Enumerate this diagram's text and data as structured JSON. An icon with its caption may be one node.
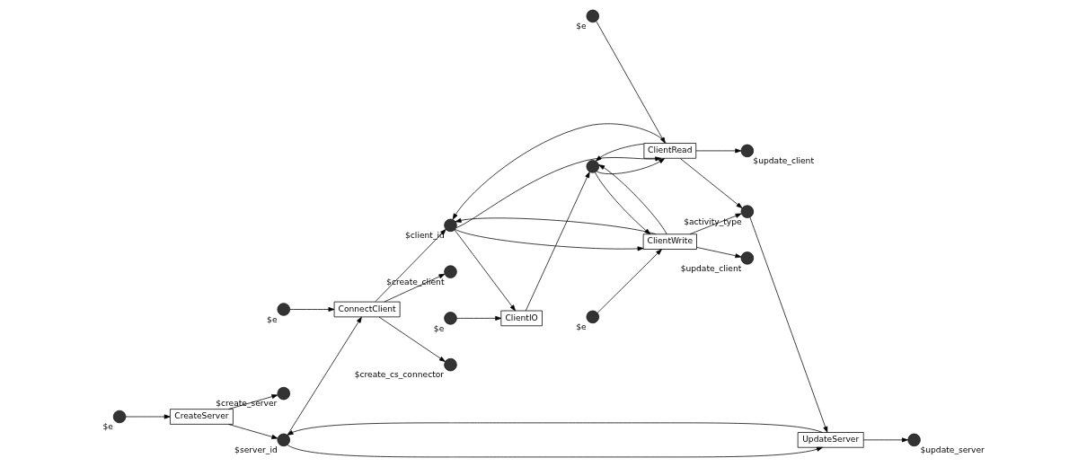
{
  "diagram": {
    "nodes": [
      {
        "text": [],
        "shape": "circle",
        "beside": [
          "$e"
        ]
      },
      {
        "text": [
          "CreateServer"
        ]
      },
      {
        "text": [],
        "shape": "circle",
        "beside": [
          "$server_id"
        ]
      },
      {
        "text": [],
        "shape": "circle",
        "beside": [
          "$create_server"
        ]
      },
      {
        "text": [],
        "shape": "circle",
        "beside": [
          "$e"
        ]
      },
      {
        "text": [
          "ConnectClient"
        ]
      },
      {
        "text": [],
        "shape": "circle",
        "beside": [
          "$client_id"
        ]
      },
      {
        "text": [],
        "shape": "circle",
        "beside": [
          "$create_client"
        ]
      },
      {
        "text": [],
        "shape": "circle",
        "beside": [
          "$create_cs_connector"
        ]
      },
      {
        "text": [],
        "shape": "circle",
        "beside": [
          "$e"
        ]
      },
      {
        "text": [
          "ClientIO"
        ]
      },
      {
        "text": [],
        "shape": "circle"
      },
      {
        "text": [],
        "shape": "circle",
        "beside": [
          "$e"
        ]
      },
      {
        "text": [
          "ClientRead"
        ]
      },
      {
        "text": [],
        "shape": "circle",
        "beside": [
          "$e"
        ]
      },
      {
        "text": [
          "ClientWrite"
        ]
      },
      {
        "text": [],
        "shape": "circle",
        "beside": [
          "$update_client"
        ]
      },
      {
        "text": [],
        "shape": "circle",
        "beside": [
          "$activity_type"
        ]
      },
      {
        "text": [],
        "shape": "circle",
        "beside": [
          "$update_client"
        ]
      },
      {
        "text": [
          "UpdateServer"
        ]
      },
      {
        "text": [],
        "shape": "circle",
        "beside": [
          "$update_server"
        ]
      }
    ],
    "edges": [
      {
        "from": 0,
        "to": 1,
        "arrow": "to"
      },
      {
        "from": 1,
        "to": 2,
        "arrow": "to"
      },
      {
        "from": 1,
        "to": 3,
        "arrow": "to"
      },
      {
        "from": 4,
        "to": 5,
        "arrow": "to"
      },
      {
        "from": 2,
        "to": 5,
        "arrow": "to"
      },
      {
        "from": 5,
        "to": 6,
        "arrow": "to"
      },
      {
        "from": 5,
        "to": 7,
        "arrow": "to"
      },
      {
        "from": 5,
        "to": 8,
        "arrow": "to"
      },
      {
        "from": 19,
        "to": 2,
        "arrow": "to"
      },
      {
        "from": 9,
        "to": 10,
        "arrow": "to"
      },
      {
        "from": 6,
        "to": 10,
        "arrow": "to"
      },
      {
        "from": 10,
        "to": 11,
        "arrow": "to"
      },
      {
        "from": 6,
        "to": 13,
        "arrow": "to"
      },
      {
        "from": 13,
        "to": 6,
        "arrow": "to"
      },
      {
        "from": 6,
        "to": 15,
        "arrow": "to"
      },
      {
        "from": 15,
        "to": 6,
        "arrow": "to"
      },
      {
        "from": 11,
        "to": 13,
        "arrow": "to"
      },
      {
        "from": 11,
        "to": 15,
        "arrow": "to"
      },
      {
        "from": 12,
        "to": 13,
        "arrow": "to"
      },
      {
        "from": 14,
        "to": 15,
        "arrow": "to"
      },
      {
        "from": 13,
        "to": 11,
        "arrow": "to"
      },
      {
        "from": 15,
        "to": 11,
        "arrow": "to"
      },
      {
        "from": 13,
        "to": 16,
        "arrow": "to"
      },
      {
        "from": 13,
        "to": 17,
        "arrow": "to"
      },
      {
        "from": 15,
        "to": 17,
        "arrow": "to"
      },
      {
        "from": 15,
        "to": 18,
        "arrow": "to"
      },
      {
        "from": 17,
        "to": 19,
        "arrow": "to"
      },
      {
        "from": 2,
        "to": 19,
        "arrow": "to"
      },
      {
        "from": 19,
        "to": 20,
        "arrow": "to"
      }
    ]
  }
}
